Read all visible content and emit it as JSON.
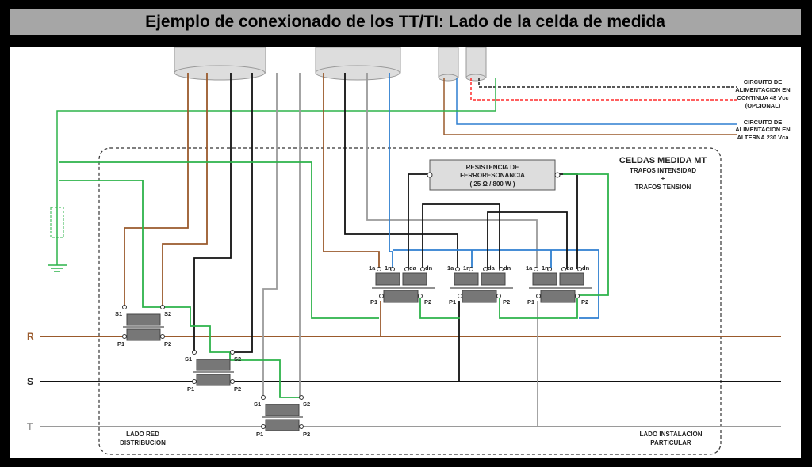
{
  "title": "Ejemplo de conexionado de los TT/TI: Lado de la celda de medida",
  "phases": [
    "R",
    "S",
    "T"
  ],
  "legend": {
    "dc_circuit": [
      "CIRCUITO DE",
      "ALIMENTACION EN",
      "CONTINUA 48 Vcc",
      "(OPCIONAL)"
    ],
    "ac_circuit": [
      "CIRCUITO DE",
      "ALIMENTACION EN",
      "ALTERNA 230 Vca"
    ]
  },
  "cell": {
    "title": "CELDAS MEDIDA MT",
    "lines": [
      "TRAFOS INTENSIDAD",
      "+",
      "TRAFOS TENSION"
    ]
  },
  "resistor": [
    "RESISTENCIA DE",
    "FERRORESONANCIA",
    "( 25 Ω  /  800 W )"
  ],
  "terminals": {
    "s1": "S1",
    "s2": "S2",
    "p1": "P1",
    "p2": "P2",
    "a1": "1a",
    "n1": "1n",
    "da": "da",
    "dn": "dn"
  },
  "sides": {
    "left": [
      "LADO RED",
      "DISTRIBUCION"
    ],
    "right": [
      "LADO INSTALACION",
      "PARTICULAR"
    ]
  },
  "colors": {
    "brown": "#9a5a2c",
    "green": "#2db34a",
    "blue": "#2f7fd0",
    "gray": "#9a9a9a",
    "black": "#111111",
    "red": "#ff2a2a"
  }
}
